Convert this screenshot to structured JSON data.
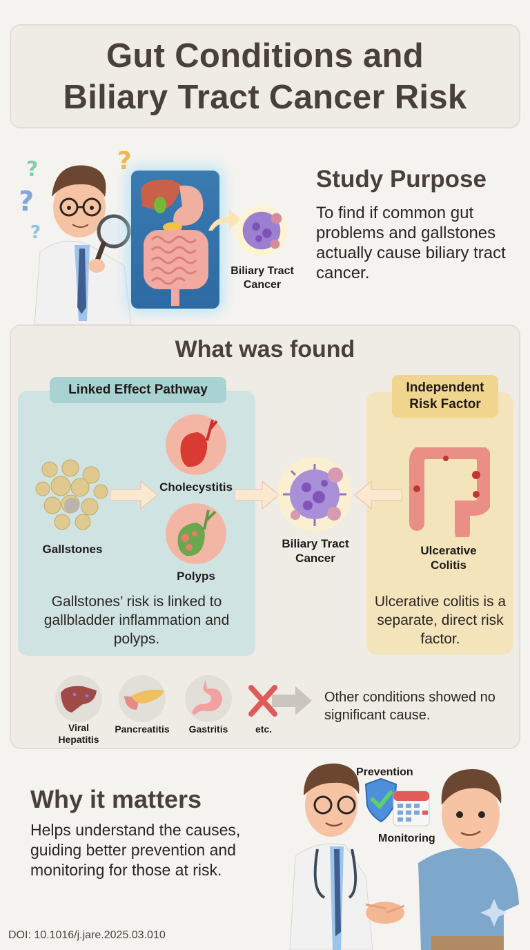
{
  "title": {
    "line1": "Gut Conditions and",
    "line2": "Biliary Tract Cancer Risk"
  },
  "study_purpose": {
    "heading": "Study Purpose",
    "text": "To find if common gut problems and gallstones actually cause biliary tract cancer.",
    "illustration_label": "Biliary Tract Cancer"
  },
  "findings": {
    "heading": "What was found",
    "linked_pathway": {
      "tag": "Linked Effect Pathway",
      "source": "Gallstones",
      "intermediates": [
        "Cholecystitis",
        "Polyps"
      ],
      "summary": "Gallstones’ risk is linked to gallbladder inflammation and polyps."
    },
    "target": "Biliary Tract Cancer",
    "independent": {
      "tag_line1": "Independent",
      "tag_line2": "Risk Factor",
      "condition_line1": "Ulcerative",
      "condition_line2": "Colitis",
      "summary": "Ulcerative colitis is a separate, direct risk factor."
    },
    "other_conditions": {
      "items": [
        {
          "label_line1": "Viral",
          "label_line2": "Hepatitis",
          "icon": "liver-icon"
        },
        {
          "label_line1": "Pancreatitis",
          "label_line2": "",
          "icon": "pancreas-icon"
        },
        {
          "label_line1": "Gastritis",
          "label_line2": "",
          "icon": "stomach-icon"
        },
        {
          "label_line1": "etc.",
          "label_line2": "",
          "icon": "red-x-icon"
        }
      ],
      "summary": "Other conditions showed no significant cause."
    }
  },
  "why_it_matters": {
    "heading": "Why it matters",
    "text": "Helps understand the causes, guiding better prevention and monitoring for those at risk.",
    "labels": {
      "prevention": "Prevention",
      "monitoring": "Monitoring"
    }
  },
  "footer": {
    "doi": "DOI: 10.1016/j.jare.2025.03.010"
  },
  "colors": {
    "background": "#f5f3ef",
    "heading": "#4a403b",
    "linked_box": "#cfe3e3",
    "linked_tag": "#a9d3d3",
    "independent_box": "#f3e4bc",
    "independent_tag": "#f0d58e",
    "cancer_cell": "#9b7fd1",
    "red_x": "#e05a5a"
  }
}
